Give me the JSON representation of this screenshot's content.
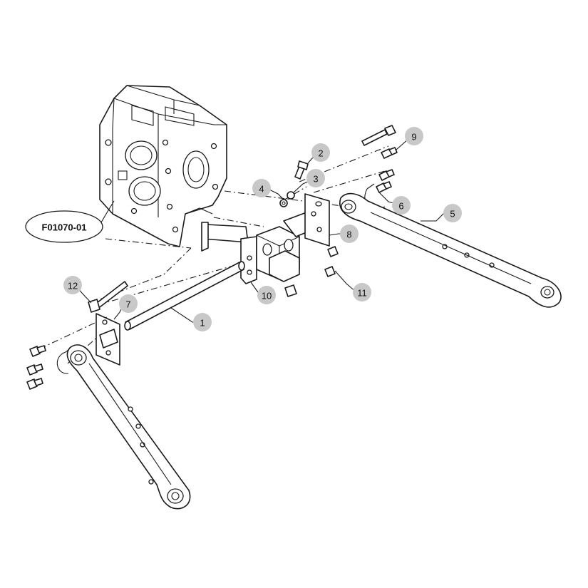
{
  "figure": {
    "code": "F01070-01"
  },
  "callouts": [
    {
      "id": "callout-1",
      "label": "1"
    },
    {
      "id": "callout-2",
      "label": "2"
    },
    {
      "id": "callout-3",
      "label": "3"
    },
    {
      "id": "callout-4",
      "label": "4"
    },
    {
      "id": "callout-5",
      "label": "5"
    },
    {
      "id": "callout-6",
      "label": "6"
    },
    {
      "id": "callout-7",
      "label": "7"
    },
    {
      "id": "callout-8",
      "label": "8"
    },
    {
      "id": "callout-9",
      "label": "9"
    },
    {
      "id": "callout-10",
      "label": "10"
    },
    {
      "id": "callout-11",
      "label": "11"
    },
    {
      "id": "callout-12",
      "label": "12"
    }
  ],
  "colors": {
    "line": "#1a1a1a",
    "balloon": "#c8c8c8",
    "background": "#ffffff"
  }
}
